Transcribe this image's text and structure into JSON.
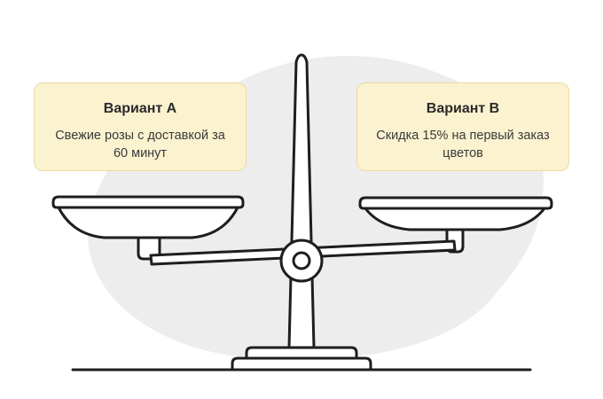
{
  "option_a": {
    "title": "Вариант А",
    "text": "Свежие розы с доставкой за 60 минут"
  },
  "option_b": {
    "title": "Вариант В",
    "text": "Скидка 15% на первый заказ цветов"
  },
  "colors": {
    "card_fill": "#fbf2cf",
    "card_border": "#e8dca4",
    "blob": "#ededed",
    "stroke": "#1e1e1e"
  }
}
